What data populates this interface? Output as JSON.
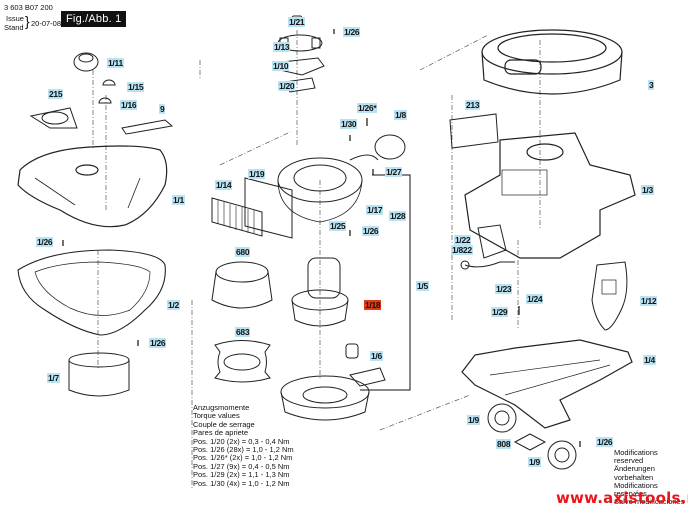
{
  "header": {
    "doc_number": "3 603 B07 200",
    "issue_label_1": "Issue",
    "issue_label_2": "Stand",
    "issue_date": "20-07-08",
    "figure_title": "Fig./Abb. 1"
  },
  "colors": {
    "label_bg": "#b9e3f3",
    "highlight_bg": "#e23a14",
    "site_color": "#e8161b"
  },
  "parts": [
    {
      "id": "1/21",
      "highlighted": false
    },
    {
      "id": "1/26",
      "highlighted": false
    },
    {
      "id": "1/13",
      "highlighted": false
    },
    {
      "id": "1/10",
      "highlighted": false
    },
    {
      "id": "1/20",
      "highlighted": false
    },
    {
      "id": "1/11",
      "highlighted": false
    },
    {
      "id": "1/15",
      "highlighted": false
    },
    {
      "id": "1/16",
      "highlighted": false
    },
    {
      "id": "215",
      "highlighted": false
    },
    {
      "id": "9",
      "highlighted": false
    },
    {
      "id": "1/1",
      "highlighted": false
    },
    {
      "id": "1/26",
      "highlighted": false
    },
    {
      "id": "1/2",
      "highlighted": false
    },
    {
      "id": "1/26",
      "highlighted": false
    },
    {
      "id": "1/7",
      "highlighted": false
    },
    {
      "id": "1/26*",
      "highlighted": false
    },
    {
      "id": "1/8",
      "highlighted": false
    },
    {
      "id": "1/30",
      "highlighted": false
    },
    {
      "id": "1/27",
      "highlighted": false
    },
    {
      "id": "1/19",
      "highlighted": false
    },
    {
      "id": "1/14",
      "highlighted": false
    },
    {
      "id": "1/17",
      "highlighted": false
    },
    {
      "id": "1/28",
      "highlighted": false
    },
    {
      "id": "1/25",
      "highlighted": false
    },
    {
      "id": "1/26",
      "highlighted": false
    },
    {
      "id": "680",
      "highlighted": false
    },
    {
      "id": "1/5",
      "highlighted": false
    },
    {
      "id": "1/18",
      "highlighted": true
    },
    {
      "id": "683",
      "highlighted": false
    },
    {
      "id": "1/6",
      "highlighted": false
    },
    {
      "id": "3",
      "highlighted": false
    },
    {
      "id": "213",
      "highlighted": false
    },
    {
      "id": "1/3",
      "highlighted": false
    },
    {
      "id": "1/22",
      "highlighted": false
    },
    {
      "id": "1/822",
      "highlighted": false
    },
    {
      "id": "1/23",
      "highlighted": false
    },
    {
      "id": "1/24",
      "highlighted": false
    },
    {
      "id": "1/29",
      "highlighted": false
    },
    {
      "id": "1/12",
      "highlighted": false
    },
    {
      "id": "1/4",
      "highlighted": false
    },
    {
      "id": "1/9",
      "highlighted": false
    },
    {
      "id": "808",
      "highlighted": false
    },
    {
      "id": "1/26",
      "highlighted": false
    },
    {
      "id": "1/9",
      "highlighted": false
    }
  ],
  "torque": {
    "lines": [
      "Anzugsmomente",
      "Torque values",
      "Couple de serrage",
      "Pares de apriete"
    ],
    "values": [
      {
        "pos": "Pos. 1/20 (2x)",
        "value": "= 0,3 - 0,4 Nm"
      },
      {
        "pos": "Pos. 1/26 (28x)",
        "value": "= 1,0 - 1,2 Nm"
      },
      {
        "pos": "Pos. 1/26* (2x)",
        "value": "= 1,0 - 1,2 Nm"
      },
      {
        "pos": "Pos. 1/27 (9x)",
        "value": "= 0,4 - 0,5 Nm"
      },
      {
        "pos": "Pos. 1/29 (2x)",
        "value": "= 1,1 - 1,3 Nm"
      },
      {
        "pos": "Pos. 1/30 (4x)",
        "value": "= 1,0 - 1,2 Nm"
      }
    ]
  },
  "modifications": [
    "Modifications reserved",
    "Änderungen vorbehalten",
    "Modifications reservées",
    "Salvo modificaciones"
  ],
  "website": "www.axistools.ru"
}
